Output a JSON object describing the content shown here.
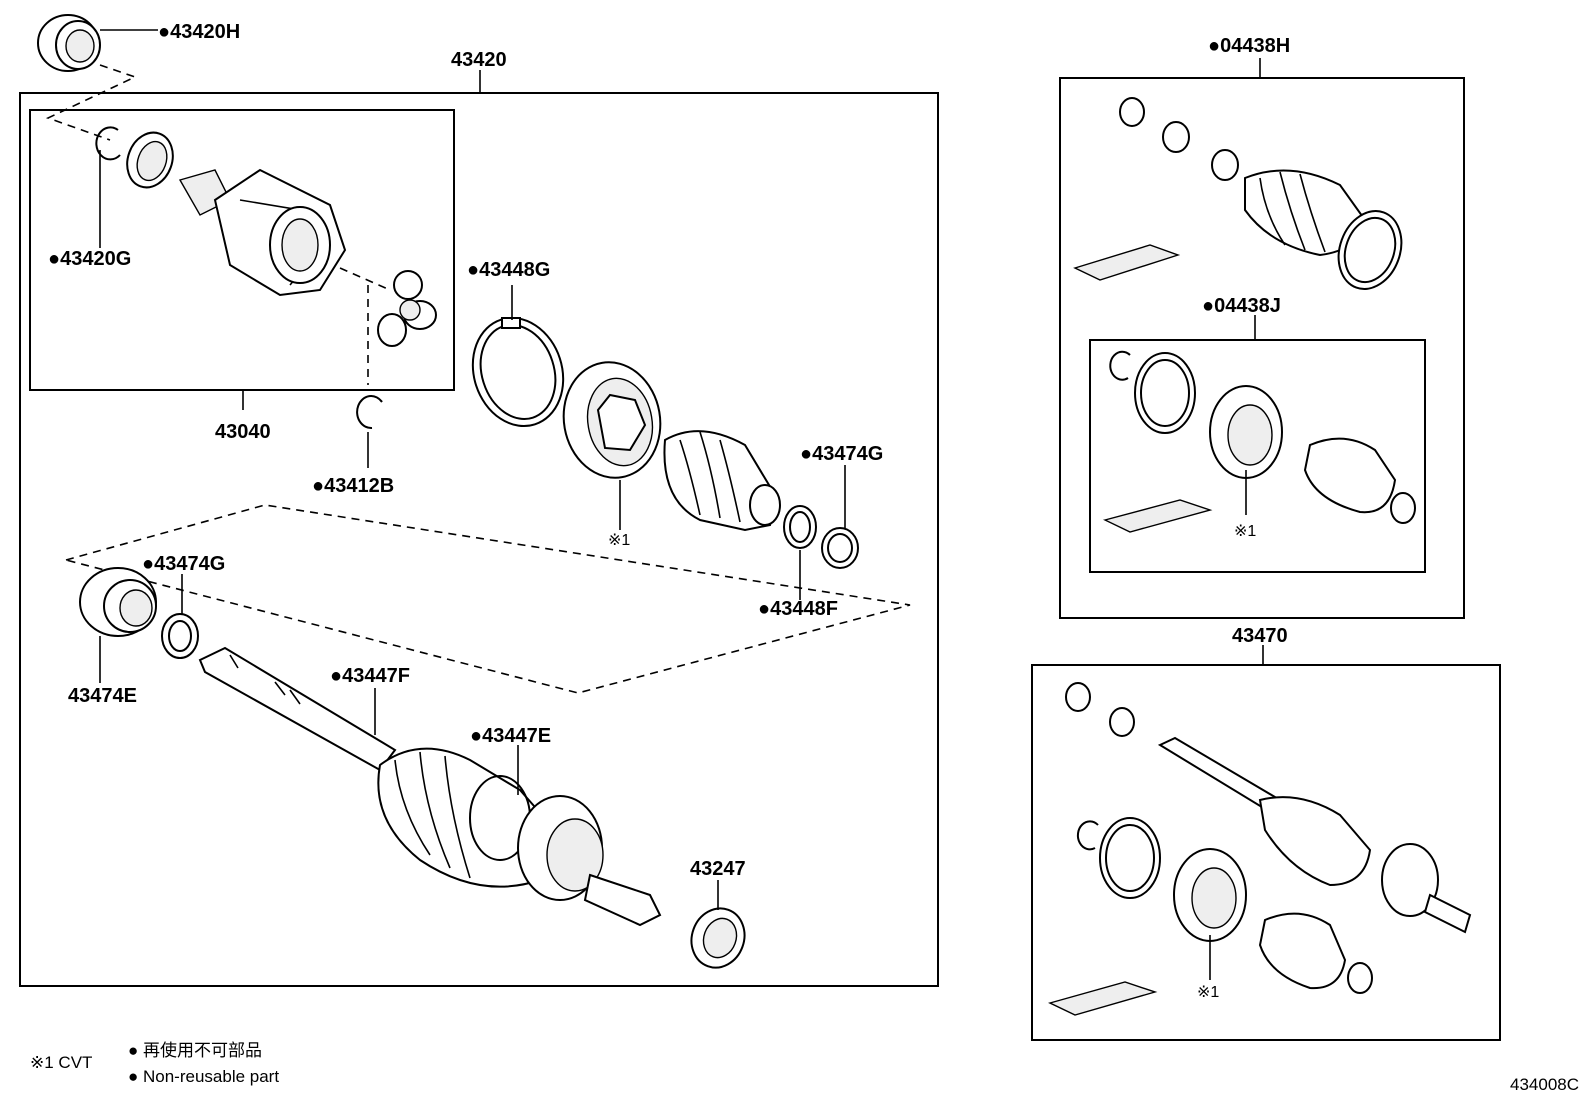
{
  "labels": {
    "p43420H": "●43420H",
    "p43420": "43420",
    "p43420G": "●43420G",
    "p43040": "43040",
    "p43412B": "●43412B",
    "p43448G": "●43448G",
    "p43474G_a": "●43474G",
    "p43474G_b": "●43474G",
    "p43448F": "●43448F",
    "p43474E": "43474E",
    "p43447F": "●43447F",
    "p43447E": "●43447E",
    "p43247": "43247",
    "p04438H": "●04438H",
    "p04438J": "●04438J",
    "p43470": "43470",
    "note1_a": "※1",
    "note1_b": "※1",
    "note1_c": "※1"
  },
  "legend": {
    "cvt_note": "※1 CVT",
    "jp_text": "● 再使用不可部品",
    "en_text": "● Non-reusable part"
  },
  "diagram_code": "434008C"
}
